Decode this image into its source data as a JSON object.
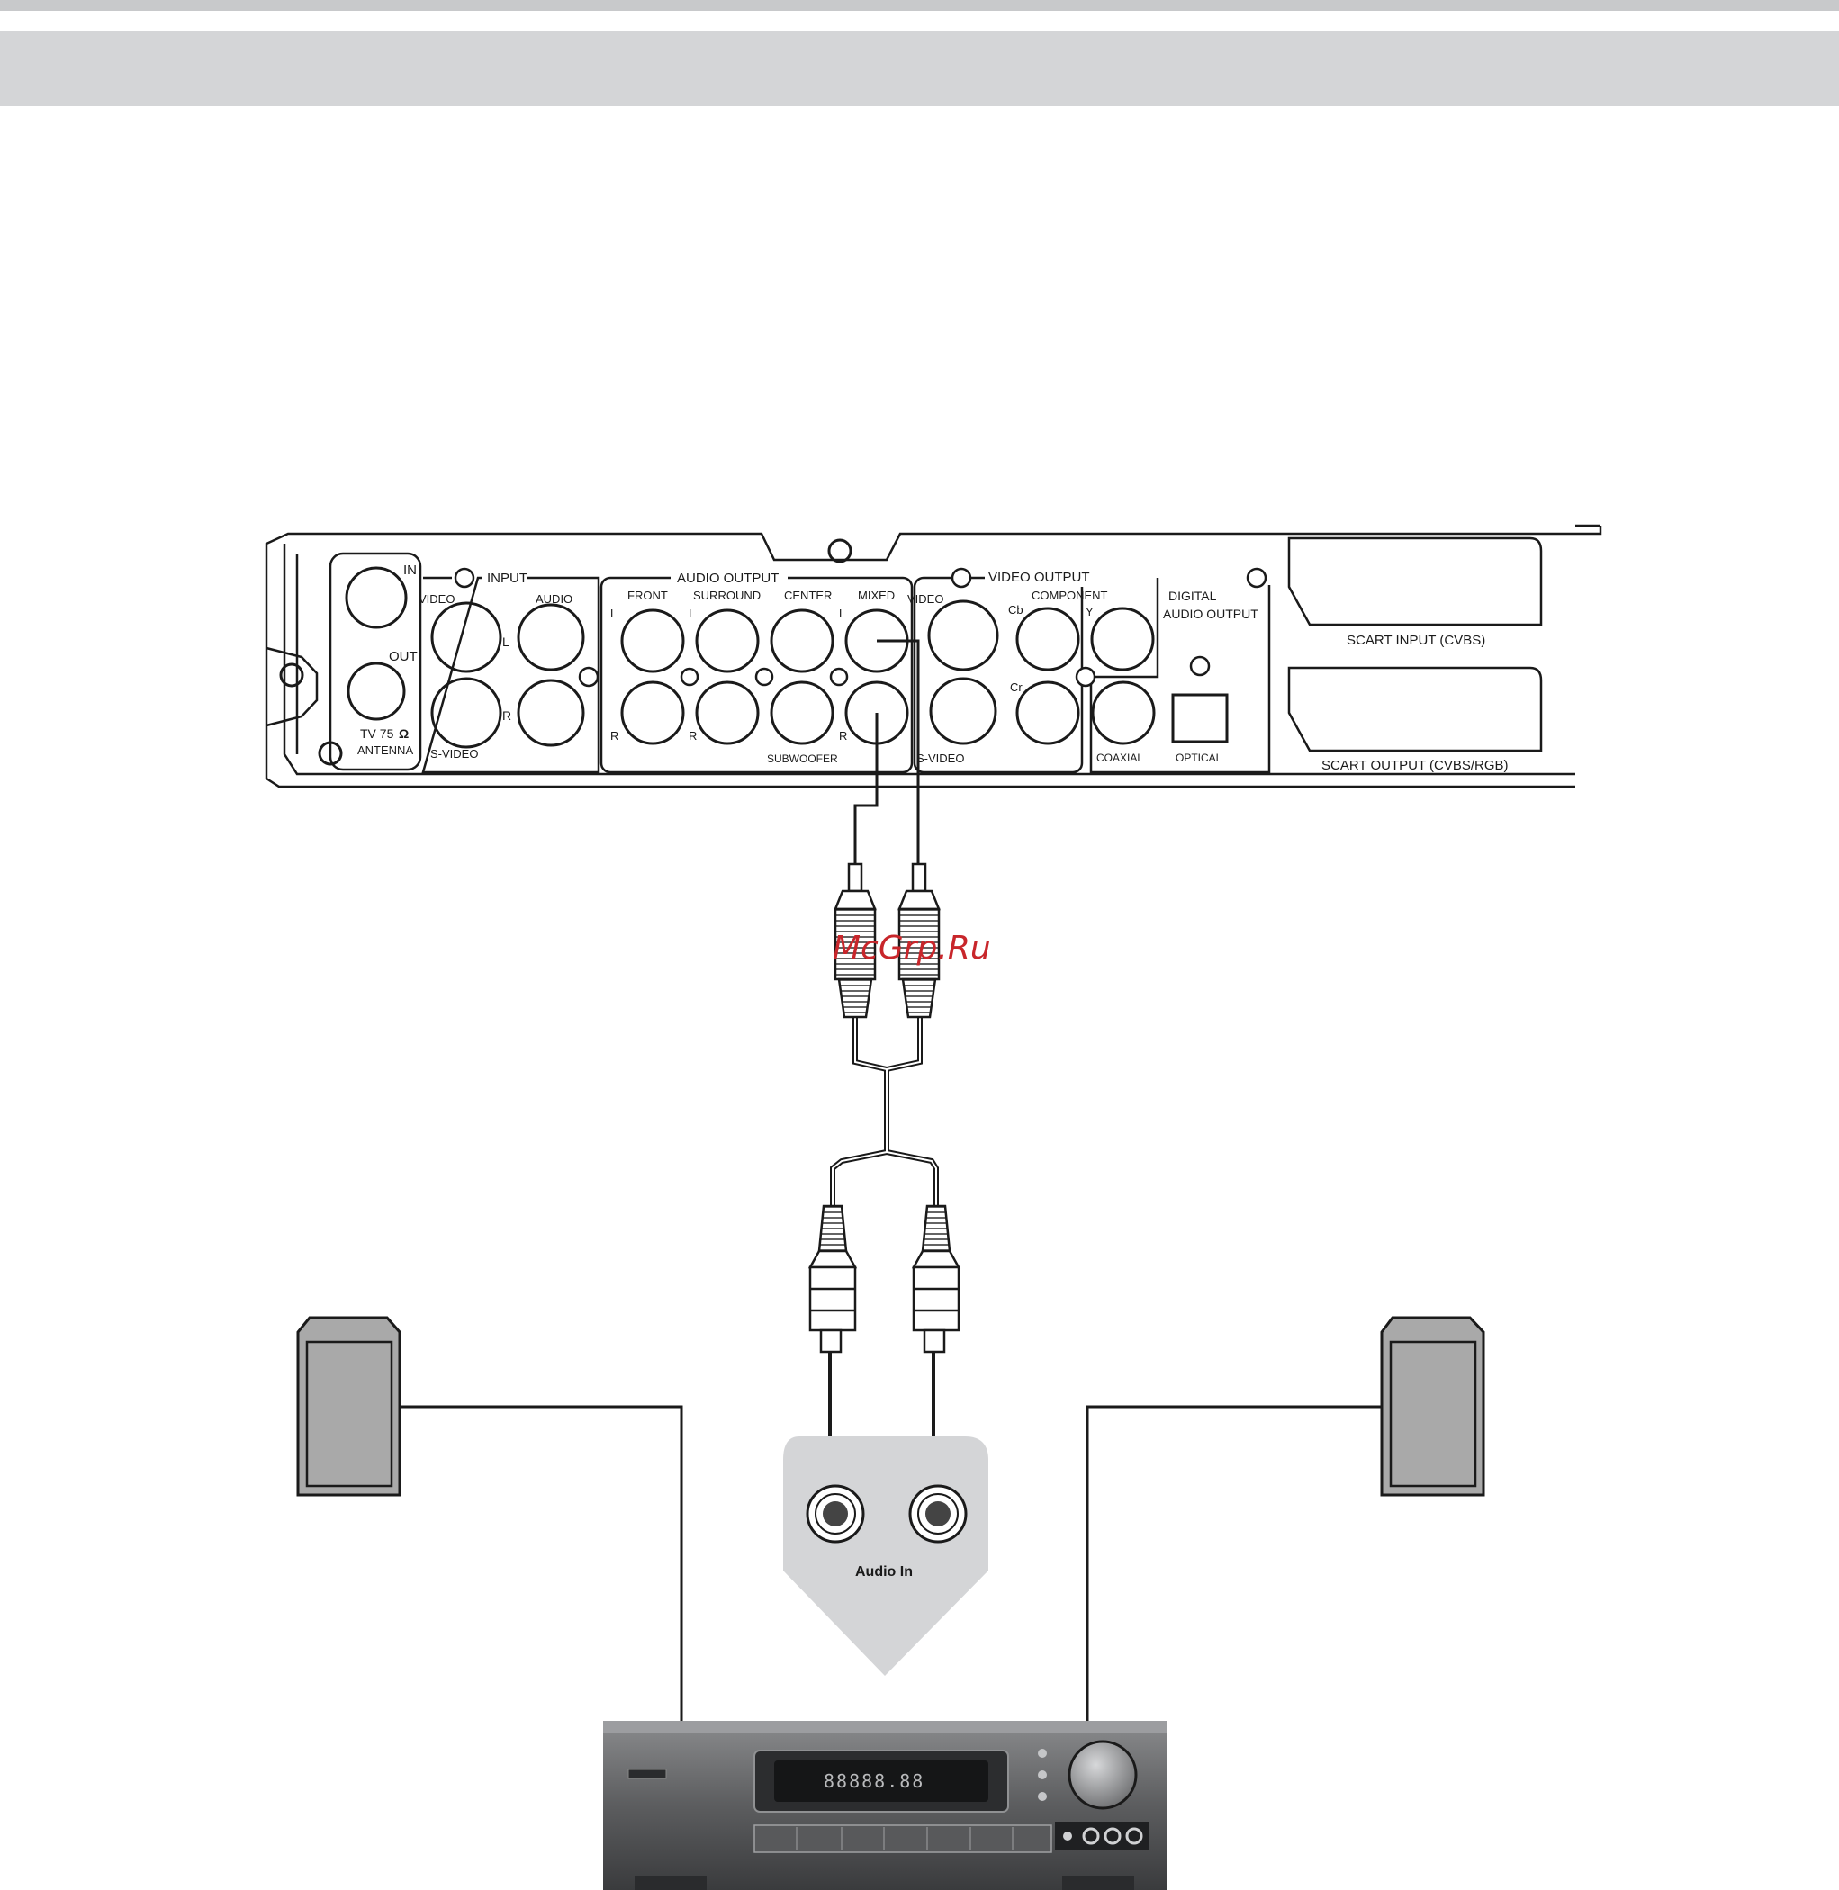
{
  "watermark": "McGrp.Ru",
  "dvd_player": {
    "antenna": {
      "in": "IN",
      "out": "OUT",
      "tv": "TV  75",
      "ohm_symbol": "Ω",
      "antenna": "ANTENNA"
    },
    "input": {
      "title": "INPUT",
      "video": "VIDEO",
      "audio": "AUDIO",
      "l": "L",
      "r": "R",
      "s_video": "S-VIDEO"
    },
    "audio_output": {
      "title": "AUDIO  OUTPUT",
      "front": "FRONT",
      "surround": "SURROUND",
      "center": "CENTER",
      "mixed": "MIXED",
      "l": "L",
      "r": "R",
      "subwoofer": "SUBWOOFER"
    },
    "video_output": {
      "title": "VIDEO  OUTPUT",
      "video": "VIDEO",
      "component": "COMPONENT",
      "cb": "Cb",
      "cr": "Cr",
      "y": "Y",
      "s_video": "S-VIDEO"
    },
    "digital": {
      "title_line1": "DIGITAL",
      "title_line2": "AUDIO OUTPUT",
      "coaxial": "COAXIAL",
      "optical": "OPTICAL"
    },
    "scart_input": "SCART INPUT (CVBS)",
    "scart_output": "SCART OUTPUT (CVBS/RGB)"
  },
  "amplifier": {
    "audio_in_label": "Audio In",
    "display_text": "88888.88"
  },
  "colors": {
    "panel_gray": "#d4d5d7",
    "speaker_gray": "#a9a9a9",
    "amp_body": "#4a4b4d",
    "watermark_red": "#c8262b"
  }
}
